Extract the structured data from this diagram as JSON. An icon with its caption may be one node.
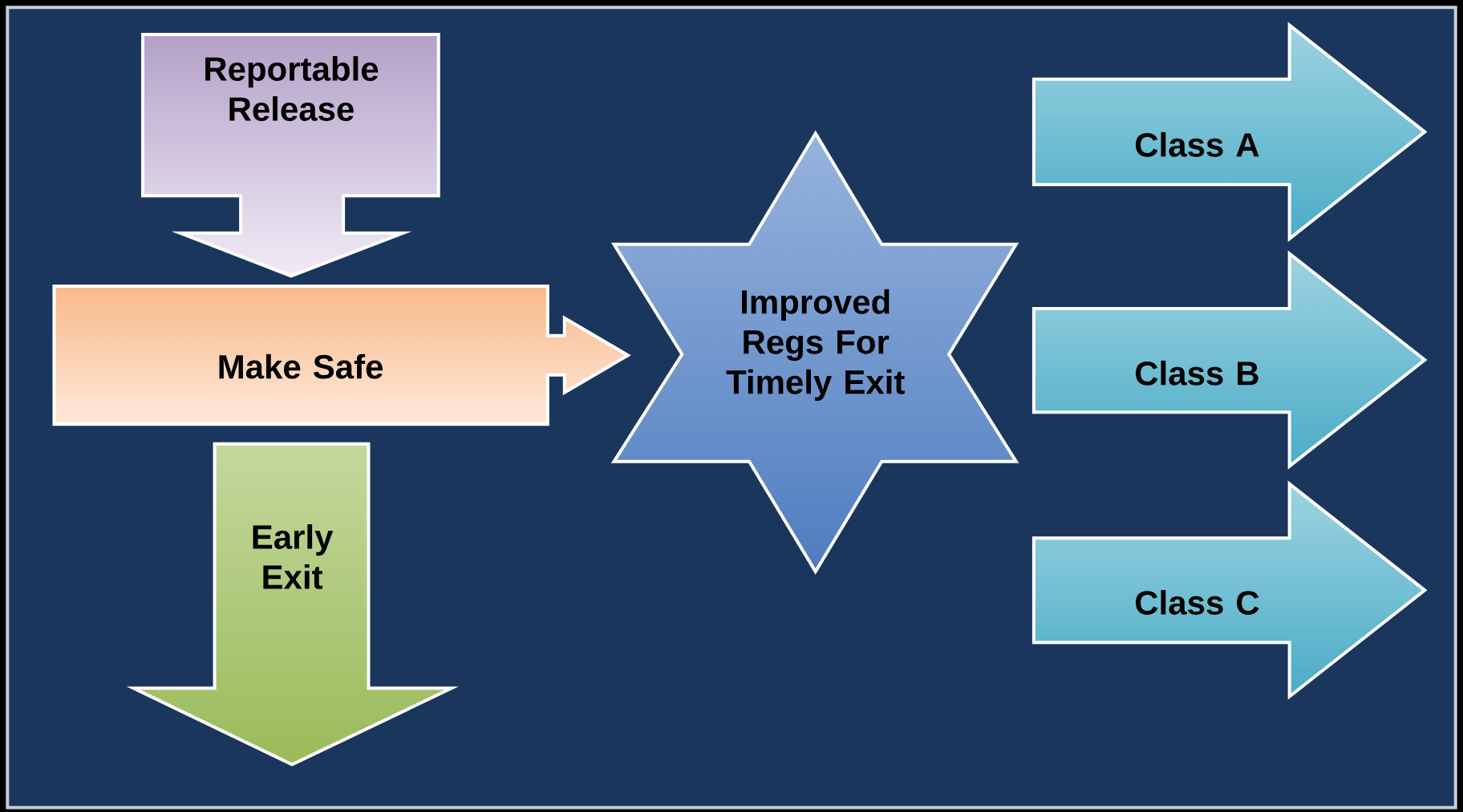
{
  "diagram": {
    "nodes": [
      {
        "text": [
          "Reportable Release"
        ]
      },
      {
        "text": [
          "Make Safe"
        ]
      },
      {
        "text": [
          "Improved Regs For Timely Exit"
        ]
      },
      {
        "text": [
          "Early Exit"
        ]
      },
      {
        "text": [
          "Class A"
        ]
      },
      {
        "text": [
          "Class B"
        ]
      },
      {
        "text": [
          "Class C"
        ]
      }
    ]
  }
}
